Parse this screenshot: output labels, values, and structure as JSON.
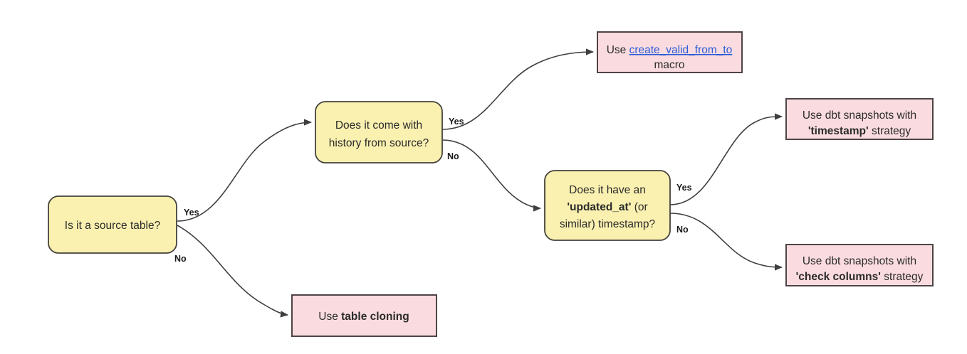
{
  "diagram": {
    "title": "dbt historization decision flowchart",
    "colors": {
      "decision_fill": "#faf0b0",
      "decision_stroke": "#44423c",
      "action_fill": "#fadce0",
      "action_stroke": "#4f4445",
      "edge_stroke": "#3f3f41",
      "link_color": "#2a5bd7",
      "text_color": "#2b2b2b",
      "background": "#ffffff"
    },
    "nodes": {
      "source_table": {
        "type": "decision",
        "lines": [
          {
            "parts": [
              {
                "text": "Is it a source table?",
                "style": "normal"
              }
            ]
          }
        ]
      },
      "history_from_source": {
        "type": "decision",
        "lines": [
          {
            "parts": [
              {
                "text": "Does it come with",
                "style": "normal"
              }
            ]
          },
          {
            "parts": [
              {
                "text": "history from source?",
                "style": "normal"
              }
            ]
          }
        ]
      },
      "updated_at": {
        "type": "decision",
        "lines": [
          {
            "parts": [
              {
                "text": "Does it have an",
                "style": "normal"
              }
            ]
          },
          {
            "parts": [
              {
                "text": "'",
                "style": "bold"
              },
              {
                "text": "updated_at",
                "style": "bold"
              },
              {
                "text": "'",
                "style": "bold"
              },
              {
                "text": " (or",
                "style": "normal"
              }
            ]
          },
          {
            "parts": [
              {
                "text": "similar) timestamp?",
                "style": "normal"
              }
            ]
          }
        ]
      },
      "macro": {
        "type": "action",
        "lines": [
          {
            "parts": [
              {
                "text": "Use ",
                "style": "normal"
              },
              {
                "text": "create_valid_from_to ",
                "style": "link"
              }
            ]
          },
          {
            "parts": [
              {
                "text": "macro",
                "style": "normal"
              }
            ]
          }
        ]
      },
      "timestamp_strategy": {
        "type": "action",
        "lines": [
          {
            "parts": [
              {
                "text": "Use dbt snapshots with",
                "style": "normal"
              }
            ]
          },
          {
            "parts": [
              {
                "text": "'timestamp'",
                "style": "bold"
              },
              {
                "text": " strategy",
                "style": "normal"
              }
            ]
          }
        ]
      },
      "check_columns_strategy": {
        "type": "action",
        "lines": [
          {
            "parts": [
              {
                "text": "Use dbt snapshots with",
                "style": "normal"
              }
            ]
          },
          {
            "parts": [
              {
                "text": "'check columns'",
                "style": "bold"
              },
              {
                "text": " strategy",
                "style": "normal"
              }
            ]
          }
        ]
      },
      "table_cloning": {
        "type": "action",
        "lines": [
          {
            "parts": [
              {
                "text": "Use ",
                "style": "normal"
              },
              {
                "text": "table cloning",
                "style": "bold"
              }
            ]
          }
        ]
      }
    },
    "edges": [
      {
        "id": "source-yes",
        "from": "source_table",
        "to": "history_from_source",
        "label": "Yes"
      },
      {
        "id": "source-no",
        "from": "source_table",
        "to": "table_cloning",
        "label": "No"
      },
      {
        "id": "history-yes",
        "from": "history_from_source",
        "to": "macro",
        "label": "Yes"
      },
      {
        "id": "history-no",
        "from": "history_from_source",
        "to": "updated_at",
        "label": "No"
      },
      {
        "id": "updated-yes",
        "from": "updated_at",
        "to": "timestamp_strategy",
        "label": "Yes"
      },
      {
        "id": "updated-no",
        "from": "updated_at",
        "to": "check_columns_strategy",
        "label": "No"
      }
    ]
  }
}
